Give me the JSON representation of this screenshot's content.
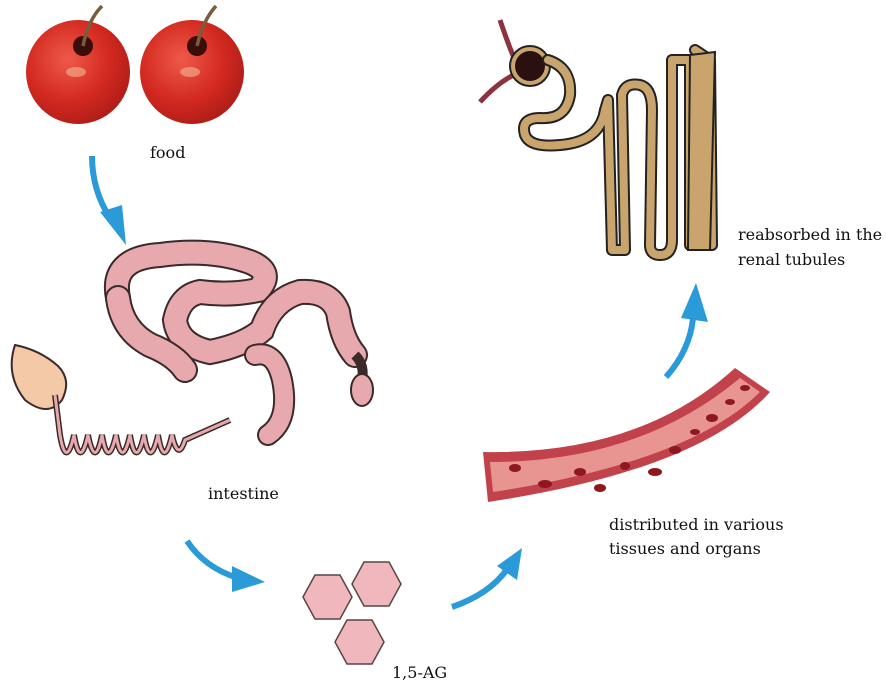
{
  "labels": {
    "food": "food",
    "intestine": "intestine",
    "compound": "1,5-AG",
    "distributed_line1": "distributed in various",
    "distributed_line2": "tissues and organs",
    "reabsorbed_line1": "reabsorbed in the",
    "reabsorbed_line2": "renal tubules"
  },
  "icons": [
    "apple-icon",
    "intestine-icon",
    "hexagon-molecule-icon",
    "blood-vessel-icon",
    "nephron-icon",
    "arrow-icon"
  ],
  "colors": {
    "arrow": "#2a9ad9",
    "apple": "#d42a21",
    "intestine_fill": "#e8a9ae",
    "intestine_stroke": "#3a2a2a",
    "hexagon_fill": "#f0b8bc",
    "vessel_wall": "#c2424c",
    "vessel_inner": "#e89490",
    "blood_cell": "#8e1720",
    "nephron_fill": "#c9a46d",
    "nephron_stroke": "#222222"
  }
}
